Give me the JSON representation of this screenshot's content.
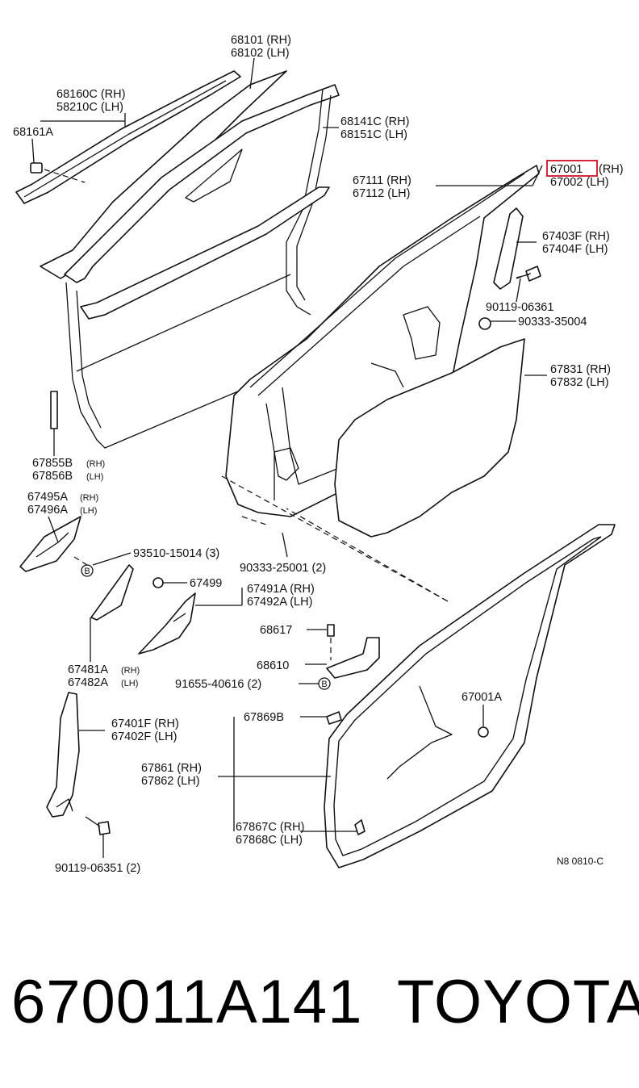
{
  "callouts": {
    "c68101": "68101 (RH)",
    "c68102": "68102 (LH)",
    "c68160c": "68160C (RH)",
    "c68210c": "58210C (LH)",
    "c68161a": "68161A",
    "c68141c": "68141C (RH)",
    "c68151c": "68151C (LH)",
    "c67111": "67111 (RH)",
    "c67112": "67112 (LH)",
    "c67001_num": "67001",
    "c67001_side": "(RH)",
    "c67002": "67002 (LH)",
    "c67403f": "67403F (RH)",
    "c67404f": "67404F (LH)",
    "c90119_06361": "90119-06361",
    "c90333_35004": "90333-35004",
    "c67831": "67831 (RH)",
    "c67832": "67832 (LH)",
    "c67855b": "67855B",
    "c67855b_side": "(RH)",
    "c67856b": "67856B",
    "c67856b_side": "(LH)",
    "c67495a": "67495A",
    "c67495a_side": "(RH)",
    "c67496a": "67496A",
    "c67496a_side": "(LH)",
    "c93510": "93510-15014 (3)",
    "c90333_25001": "90333-25001 (2)",
    "c67499": "67499",
    "c67491a": "67491A (RH)",
    "c67492a": "67492A (LH)",
    "c68617": "68617",
    "c68610": "68610",
    "c91655": "91655-40616 (2)",
    "c67481a": "67481A",
    "c67481a_side": "(RH)",
    "c67482a": "67482A",
    "c67482a_side": "(LH)",
    "c67001a": "67001A",
    "c67869b": "67869B",
    "c67401f": "67401F (RH)",
    "c67402f": "67402F (LH)",
    "c67861": "67861 (RH)",
    "c67862": "67862 (LH)",
    "c67867c": "67867C (RH)",
    "c67868c": "67868C (LH)",
    "c90119_06351": "90119-06351 (2)",
    "marker_b": "B",
    "diagram_code": "N8 0810-C"
  },
  "highlight_color": "#d0102a",
  "footer": {
    "part_number": "670011A141",
    "brand": "TOYOTA"
  }
}
